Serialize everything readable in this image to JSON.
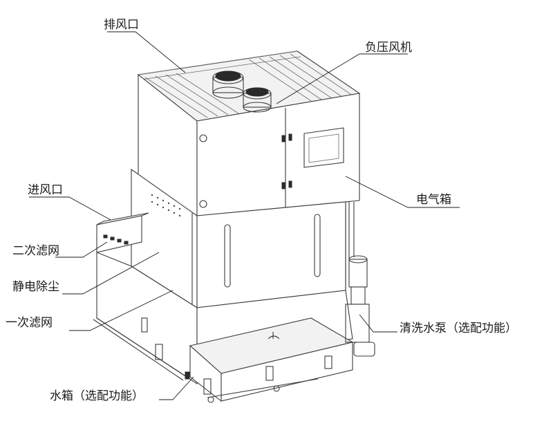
{
  "labels": {
    "exhaust_outlet": "排风口",
    "negative_pressure_fan": "负压风机",
    "electrical_box": "电气箱",
    "air_inlet": "进风口",
    "secondary_filter": "二次滤网",
    "electrostatic_dust_removal": "静电除尘",
    "primary_filter": "一次滤网",
    "cleaning_pump": "清洗水泵（选配功能）",
    "water_tank": "水箱（选配功能）"
  }
}
